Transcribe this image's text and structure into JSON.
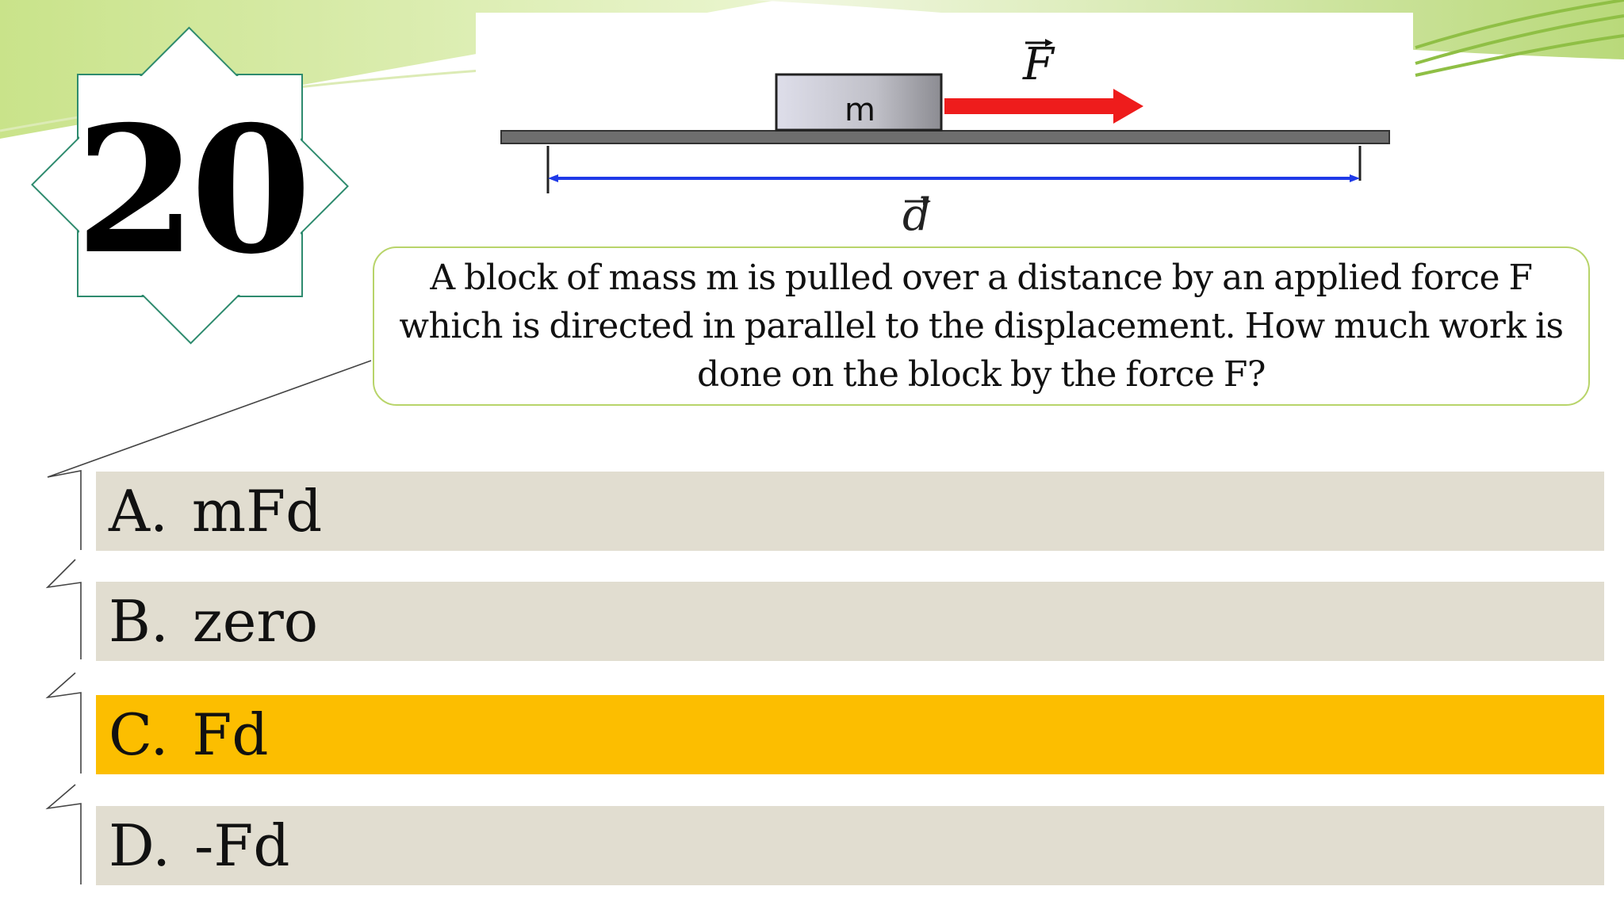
{
  "question_number": "20",
  "diagram": {
    "mass_label": "m",
    "force_label": "F",
    "displacement_label": "d",
    "colors": {
      "force_arrow": "#ee1c1c",
      "displacement_arrow": "#1f3ae8",
      "block": "#c9c9d2",
      "surface": "#6e6e6e"
    }
  },
  "question": "A block of mass m is pulled over a distance by an applied force F which is directed in parallel to the displacement. How much work is done on the block by the force F?",
  "options": [
    {
      "letter": "A.",
      "text": "mFd",
      "selected": false
    },
    {
      "letter": "B.",
      "text": "zero",
      "selected": false
    },
    {
      "letter": "C.",
      "text": "Fd",
      "selected": true
    },
    {
      "letter": "D.",
      "text": "-Fd",
      "selected": false
    }
  ],
  "colors": {
    "option_background": "#e1ddd0",
    "selected_option": "#fcbe00",
    "accent_green": "#b8d46a",
    "badge_outline": "#2e8b6e"
  }
}
